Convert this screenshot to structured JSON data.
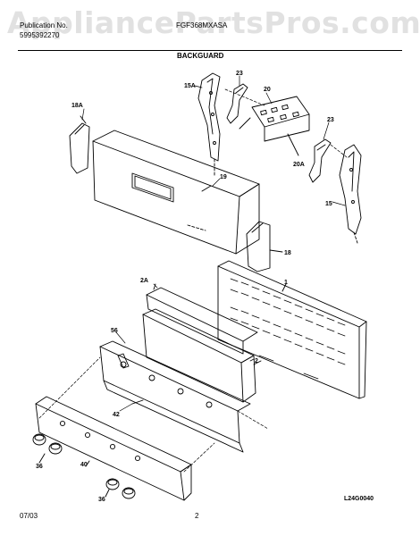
{
  "watermark": "AppliancePartsPros.com",
  "header": {
    "publication_label": "Publication No.",
    "publication_number": "5995392270",
    "model": "FGF368MXASA",
    "section_title": "BACKGUARD"
  },
  "callouts": {
    "c15A": "15A",
    "c23a": "23",
    "c20": "20",
    "c20A": "20A",
    "c23b": "23",
    "c18A": "18A",
    "c19": "19",
    "c15": "15",
    "c18": "18",
    "c1": "1",
    "c2A": "2A",
    "c56": "56",
    "c2": "2",
    "c42": "42",
    "c36a": "36",
    "c40": "40",
    "c36b": "36"
  },
  "footer": {
    "date": "07/03",
    "page": "2",
    "drawing_id": "L24G0040"
  }
}
